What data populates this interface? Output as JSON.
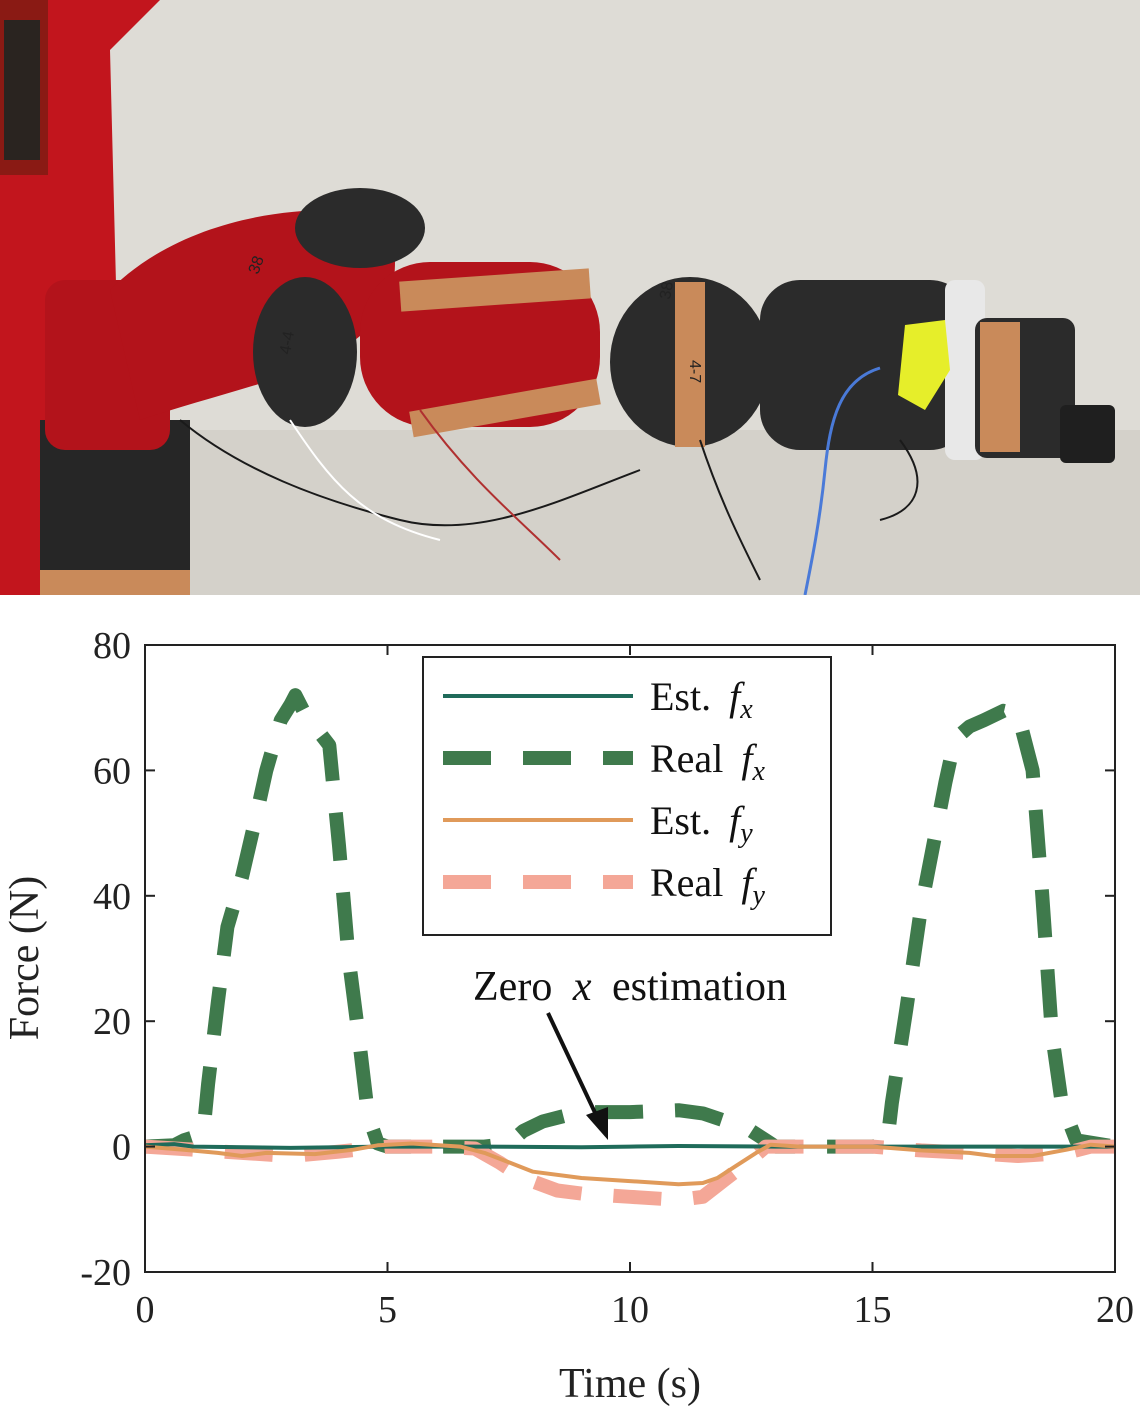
{
  "photo": {
    "colors": {
      "wall": "#dedcd6",
      "red": "#b3131b",
      "dark": "#2b2b2b",
      "copper": "#c98a5a",
      "yellow": "#e6ee2a",
      "blue": "#4a7ad8"
    },
    "labels": [
      "38",
      "4-4",
      "4-7",
      "38"
    ]
  },
  "chart_data": {
    "type": "line",
    "xlabel": "Time (s)",
    "ylabel": "Force (N)",
    "xlim": [
      0,
      20
    ],
    "ylim": [
      -20,
      80
    ],
    "xticks": [
      0,
      5,
      10,
      15,
      20
    ],
    "yticks": [
      -20,
      0,
      20,
      40,
      60,
      80
    ],
    "xtick_labels": [
      "0",
      "5",
      "10",
      "15",
      "20"
    ],
    "ytick_labels": [
      "-20",
      "0",
      "20",
      "40",
      "60",
      "80"
    ],
    "grid": false,
    "legend_position": "top-center",
    "annotation": {
      "text": "Zero",
      "math": "x",
      "text_after": "estimation",
      "target": [
        9.6,
        0.5
      ]
    },
    "series": [
      {
        "label": "Est.",
        "math": "f",
        "sub": "x",
        "color": "#1f6b5a",
        "style": "solid",
        "width": 4,
        "points": [
          [
            0,
            0.2
          ],
          [
            0.6,
            0.4
          ],
          [
            1,
            0
          ],
          [
            3,
            -0.2
          ],
          [
            5,
            0
          ],
          [
            7,
            0
          ],
          [
            9,
            -0.1
          ],
          [
            10,
            0
          ],
          [
            11,
            0.1
          ],
          [
            13,
            0
          ],
          [
            15,
            0
          ],
          [
            17,
            0
          ],
          [
            20,
            0
          ]
        ]
      },
      {
        "label": "Real",
        "math": "f",
        "sub": "x",
        "color": "#3f7a4c",
        "style": "dashed",
        "width": 14,
        "points": [
          [
            0,
            0
          ],
          [
            0.6,
            0.2
          ],
          [
            0.8,
            1
          ],
          [
            1.2,
            2
          ],
          [
            1.3,
            10
          ],
          [
            1.5,
            23
          ],
          [
            1.7,
            35
          ],
          [
            2,
            43
          ],
          [
            2.3,
            53
          ],
          [
            2.5,
            60
          ],
          [
            2.8,
            68
          ],
          [
            3,
            70.5
          ],
          [
            3.1,
            72
          ],
          [
            3.3,
            69
          ],
          [
            3.6,
            66
          ],
          [
            3.8,
            64
          ],
          [
            4,
            48
          ],
          [
            4.2,
            30
          ],
          [
            4.4,
            18
          ],
          [
            4.6,
            5
          ],
          [
            4.8,
            0.5
          ],
          [
            5,
            0
          ],
          [
            7,
            0
          ],
          [
            7.5,
            0.5
          ],
          [
            7.8,
            2.5
          ],
          [
            8.2,
            4
          ],
          [
            8.7,
            5
          ],
          [
            9.2,
            5.5
          ],
          [
            10,
            5.5
          ],
          [
            11,
            5.8
          ],
          [
            11.5,
            5.3
          ],
          [
            12,
            4
          ],
          [
            12.5,
            2.5
          ],
          [
            12.8,
            1
          ],
          [
            13,
            0
          ],
          [
            15,
            0
          ],
          [
            15.3,
            0.5
          ],
          [
            15.4,
            7
          ],
          [
            15.7,
            22
          ],
          [
            16,
            38
          ],
          [
            16.3,
            50
          ],
          [
            16.5,
            58
          ],
          [
            16.7,
            65
          ],
          [
            17,
            67
          ],
          [
            17.3,
            68
          ],
          [
            17.7,
            69.5
          ],
          [
            18,
            69
          ],
          [
            18.3,
            60
          ],
          [
            18.5,
            40
          ],
          [
            18.7,
            18
          ],
          [
            18.9,
            7
          ],
          [
            19.2,
            1
          ],
          [
            20,
            0
          ]
        ]
      },
      {
        "label": "Est.",
        "math": "f",
        "sub": "y",
        "color": "#e09a5a",
        "style": "solid",
        "width": 4,
        "points": [
          [
            0,
            0
          ],
          [
            0.8,
            -0.5
          ],
          [
            1.5,
            -1
          ],
          [
            2,
            -1.5
          ],
          [
            2.5,
            -1
          ],
          [
            3.5,
            -1.2
          ],
          [
            4.3,
            -0.5
          ],
          [
            4.8,
            0.2
          ],
          [
            5.5,
            0.5
          ],
          [
            6.5,
            0
          ],
          [
            7,
            -1
          ],
          [
            7.5,
            -2.5
          ],
          [
            8,
            -4
          ],
          [
            9,
            -5
          ],
          [
            10,
            -5.5
          ],
          [
            11,
            -6
          ],
          [
            11.5,
            -5.8
          ],
          [
            11.8,
            -5
          ],
          [
            12.2,
            -3
          ],
          [
            12.6,
            -1
          ],
          [
            12.9,
            0.3
          ],
          [
            13.5,
            0
          ],
          [
            15,
            0
          ],
          [
            16,
            -0.6
          ],
          [
            17,
            -1
          ],
          [
            17.5,
            -1.5
          ],
          [
            18.3,
            -1.5
          ],
          [
            19,
            -0.5
          ],
          [
            19.5,
            0.3
          ],
          [
            20,
            0
          ]
        ]
      },
      {
        "label": "Real",
        "math": "f",
        "sub": "y",
        "color": "#f4a797",
        "style": "dashed",
        "width": 14,
        "points": [
          [
            0,
            0
          ],
          [
            1,
            -0.5
          ],
          [
            2,
            -1
          ],
          [
            3,
            -1.5
          ],
          [
            4,
            -0.8
          ],
          [
            5,
            0
          ],
          [
            6,
            0
          ],
          [
            6.8,
            -0.3
          ],
          [
            7.3,
            -2.5
          ],
          [
            7.8,
            -5
          ],
          [
            8.5,
            -7
          ],
          [
            9,
            -7.5
          ],
          [
            10,
            -8
          ],
          [
            11,
            -8.5
          ],
          [
            11.5,
            -8
          ],
          [
            12,
            -5
          ],
          [
            12.5,
            -2
          ],
          [
            12.8,
            0
          ],
          [
            15,
            0
          ],
          [
            16,
            -0.6
          ],
          [
            17,
            -1
          ],
          [
            18,
            -1.5
          ],
          [
            19,
            -1
          ],
          [
            19.5,
            0
          ],
          [
            20,
            0
          ]
        ]
      }
    ]
  }
}
